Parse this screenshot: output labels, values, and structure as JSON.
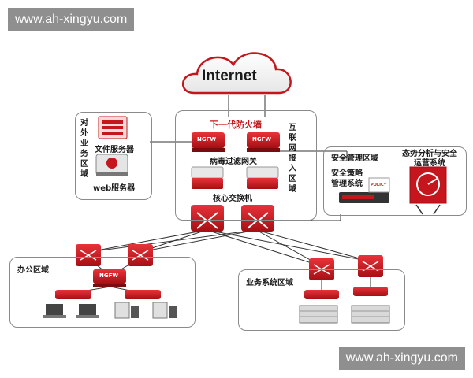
{
  "watermark": {
    "top": "www.ah-xingyu.com",
    "bottom": "www.ah-xingyu.com"
  },
  "cloud_label": "Internet",
  "internet_access_zone": {
    "title": "互联网接入区域",
    "firewall_label": "下一代防火墙",
    "antivirus_label": "病毒过滤网关",
    "core_switch_label": "核心交换机",
    "device_text": "NGFW"
  },
  "external_zone": {
    "title": "对外业务区域",
    "file_server_label": "文件服务器",
    "web_server_label": "web服务器"
  },
  "security_zone": {
    "title": "安全管理区域",
    "policy_label": "安全策略管理系统",
    "policy_badge": "POLICY",
    "situational_label": "态势分析与安全运营系统"
  },
  "office_zone": {
    "title": "办公区域",
    "device_text": "NGFW"
  },
  "business_zone": {
    "title": "业务系统区域"
  },
  "colors": {
    "accent": "#c4161c",
    "border": "#8a8a8a",
    "watermark": "#8f8f8f"
  }
}
